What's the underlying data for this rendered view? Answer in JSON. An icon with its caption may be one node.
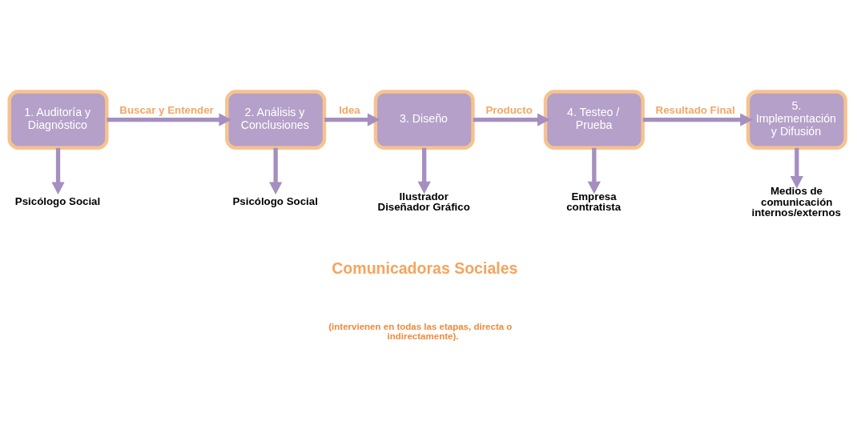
{
  "diagram": {
    "nodes": [
      {
        "text": [
          "1. Auditoría y Diagnóstico"
        ]
      },
      {
        "text": [
          "2. Análisis y Conclusiones"
        ]
      },
      {
        "text": [
          "3. Diseño"
        ]
      },
      {
        "text": [
          "4. Testeo / Prueba"
        ]
      },
      {
        "text": [
          "5. Implementación y Difusión"
        ]
      },
      {
        "text": [
          "Psicólogo Social"
        ]
      },
      {
        "text": [
          "Psicólogo Social"
        ]
      },
      {
        "text": [
          "Ilustrador Diseñador Gráfico"
        ]
      },
      {
        "text": [
          "Empresa contratista"
        ]
      },
      {
        "text": [
          "Medios de comunicación internos/externos"
        ]
      }
    ],
    "edges": [
      {
        "from": 0,
        "to": 1,
        "arrow": "to",
        "label": "Buscar y Entender"
      },
      {
        "from": 1,
        "to": 2,
        "arrow": "to",
        "label": "Idea"
      },
      {
        "from": 2,
        "to": 3,
        "arrow": "to",
        "label": "Producto"
      },
      {
        "from": 3,
        "to": 4,
        "arrow": "to",
        "label": "Resultado Final"
      },
      {
        "from": 0,
        "to": 5,
        "arrow": "to"
      },
      {
        "from": 1,
        "to": 6,
        "arrow": "to"
      },
      {
        "from": 2,
        "to": 7,
        "arrow": "to"
      },
      {
        "from": 3,
        "to": 8,
        "arrow": "to"
      },
      {
        "from": 4,
        "to": 9,
        "arrow": "to"
      }
    ],
    "labels": [
      "Comunicadoras Sociales",
      "(intervienen en todas las etapas, directa o indirectamente)."
    ]
  }
}
